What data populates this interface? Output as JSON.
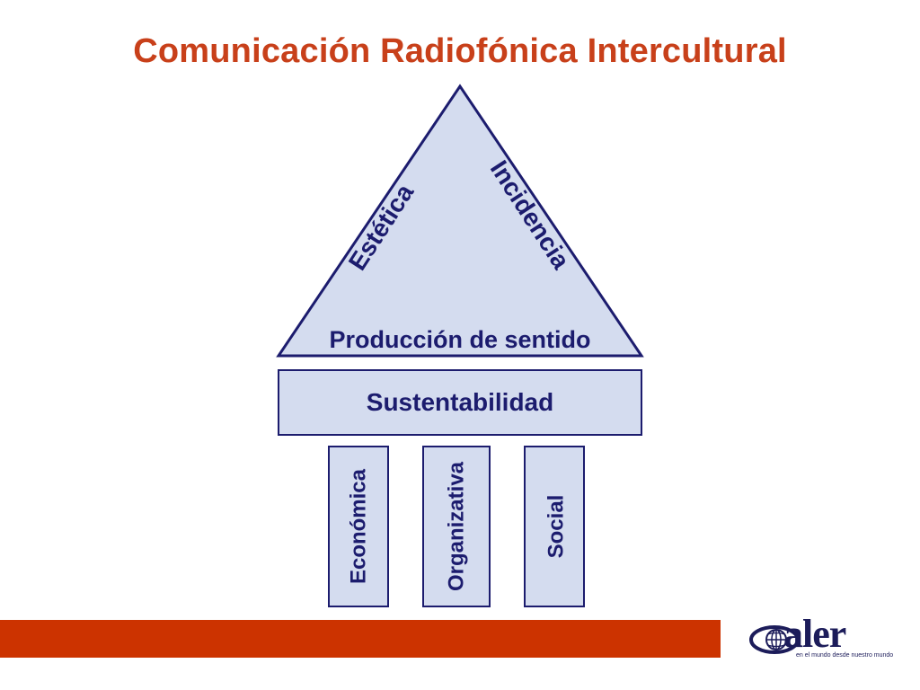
{
  "title": "Comunicación Radiofónica Intercultural",
  "triangle": {
    "left_side": "Estética",
    "right_side": "Incidencia",
    "base": "Producción de sentido"
  },
  "foundation": "Sustentabilidad",
  "pillars": [
    "Económica",
    "Organizativa",
    "Social"
  ],
  "logo": {
    "name": "aler",
    "tagline": "en el mundo desde nuestro mundo"
  },
  "colors": {
    "title": "#c8401a",
    "shape_fill": "#d4dcef",
    "shape_stroke": "#1c1c6e",
    "text": "#1c1c6e",
    "bar": "#cc3300"
  }
}
